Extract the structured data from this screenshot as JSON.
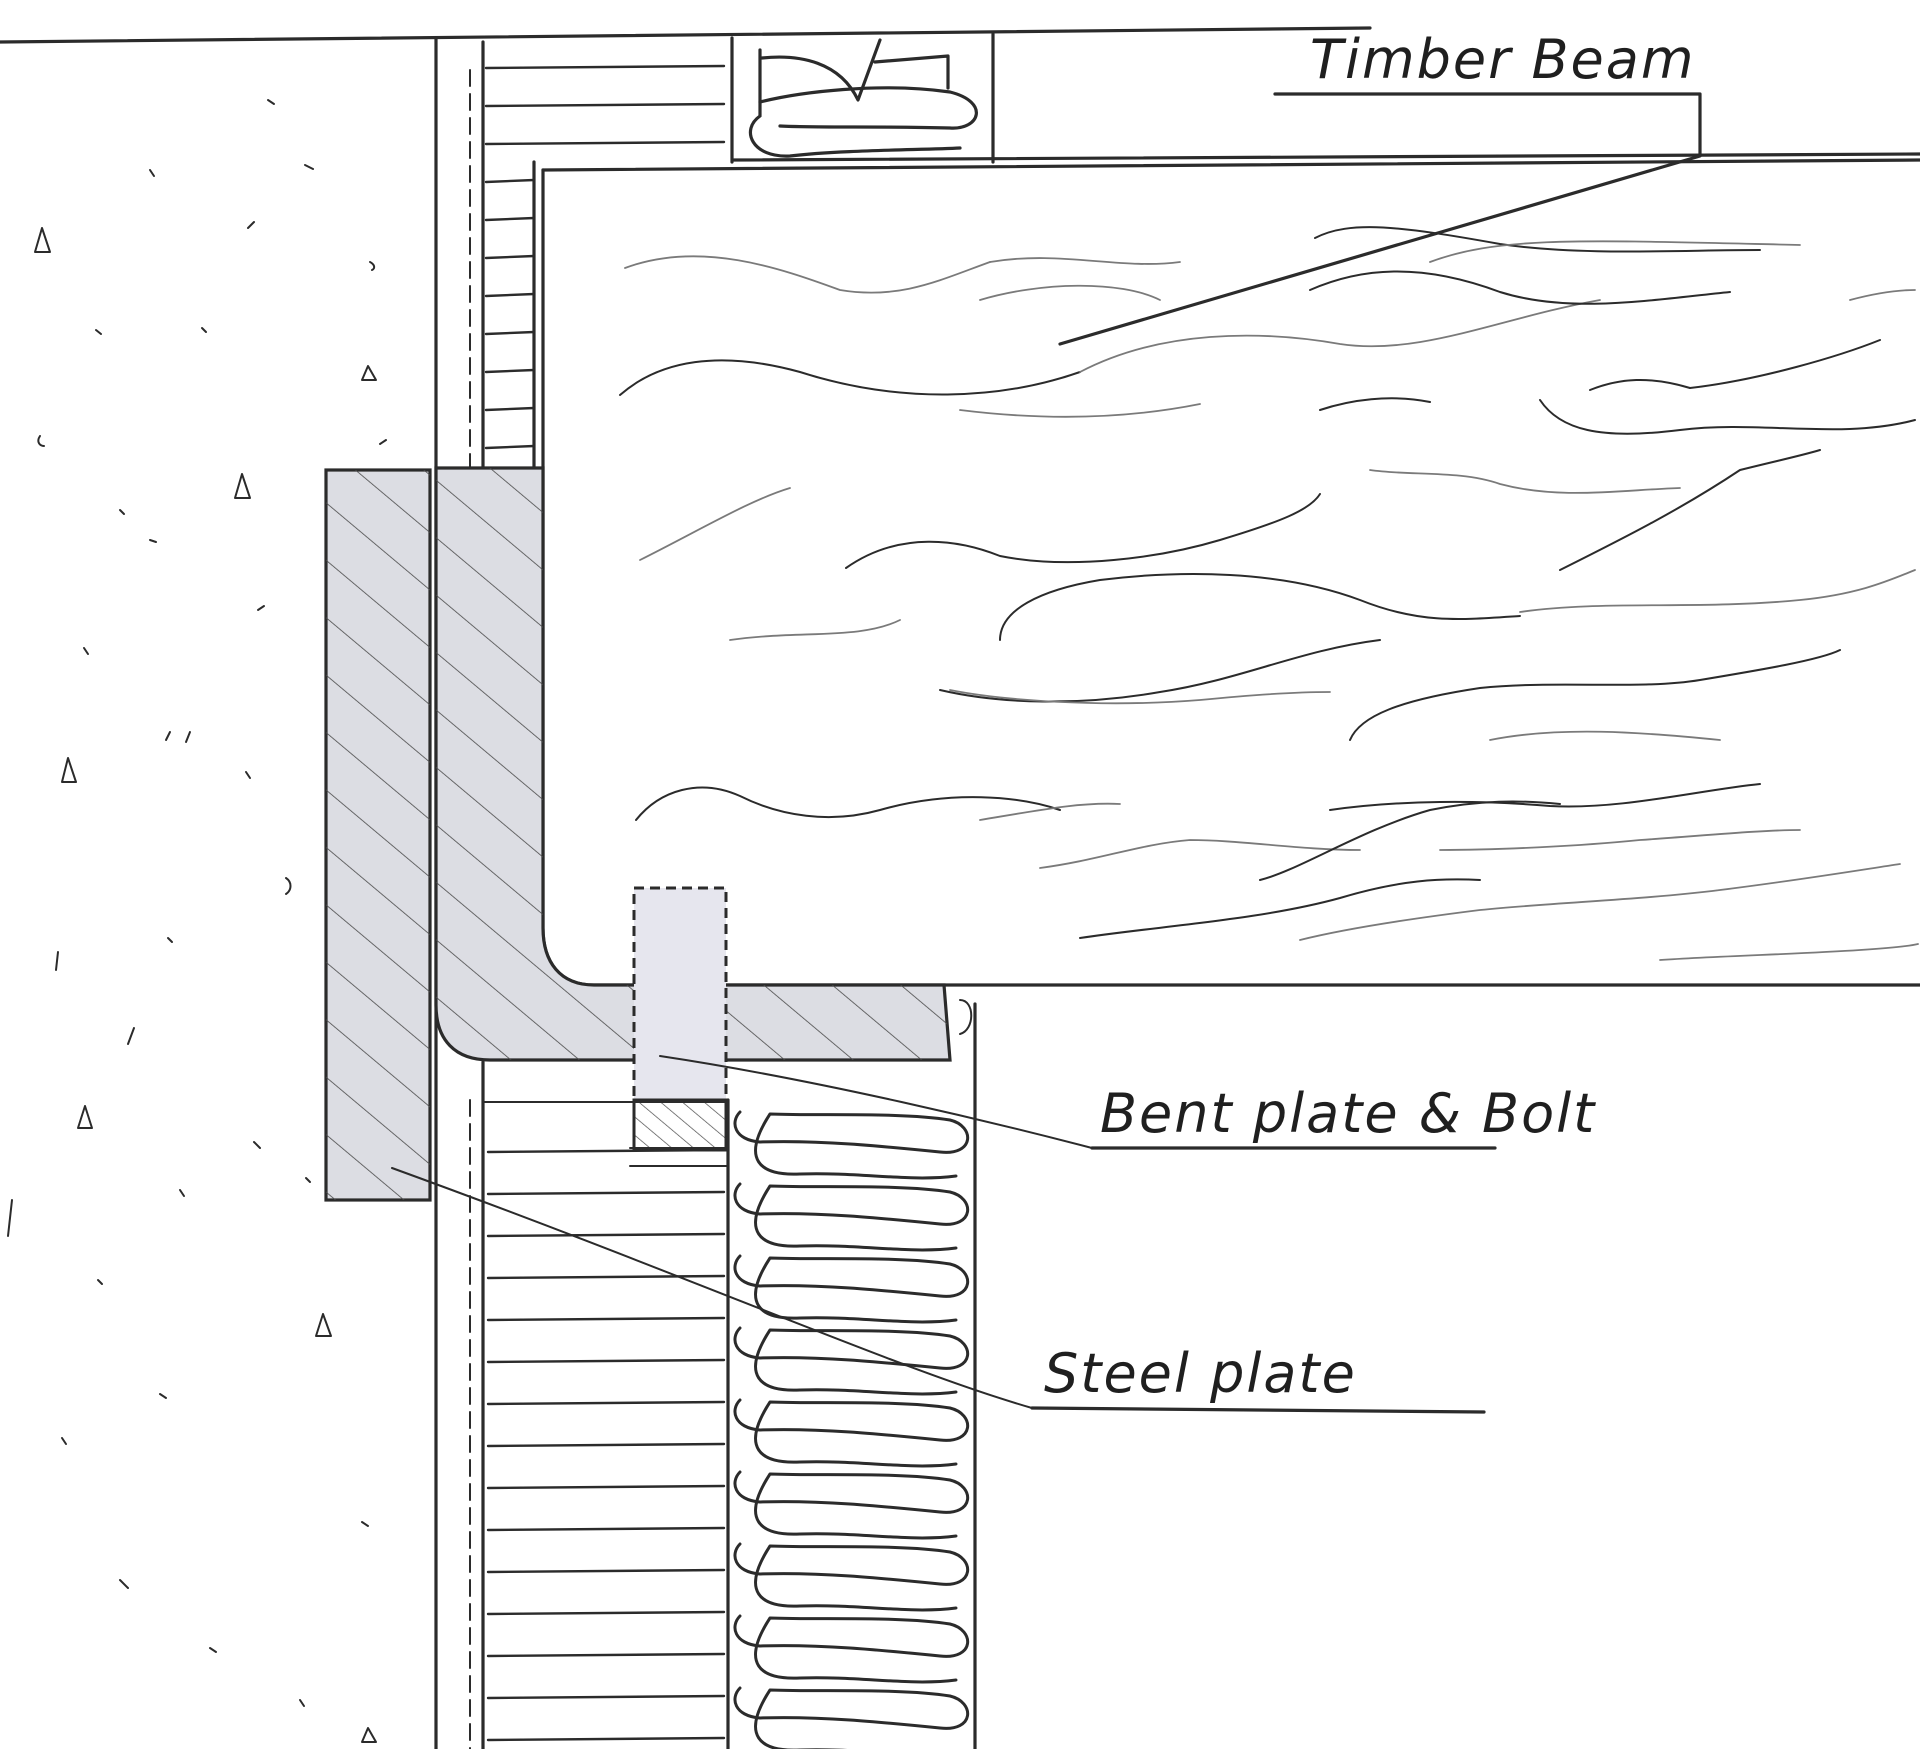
{
  "labels": {
    "timber_beam": "Timber Beam",
    "bent_plate_bolt": "Bent plate & Bolt",
    "steel_plate": "Steel plate"
  },
  "colors": {
    "pencil": "#2b2b2b",
    "steel_fill": "#dcdde3",
    "bolt_fill": "#e6e6ee",
    "paper": "#ffffff"
  }
}
